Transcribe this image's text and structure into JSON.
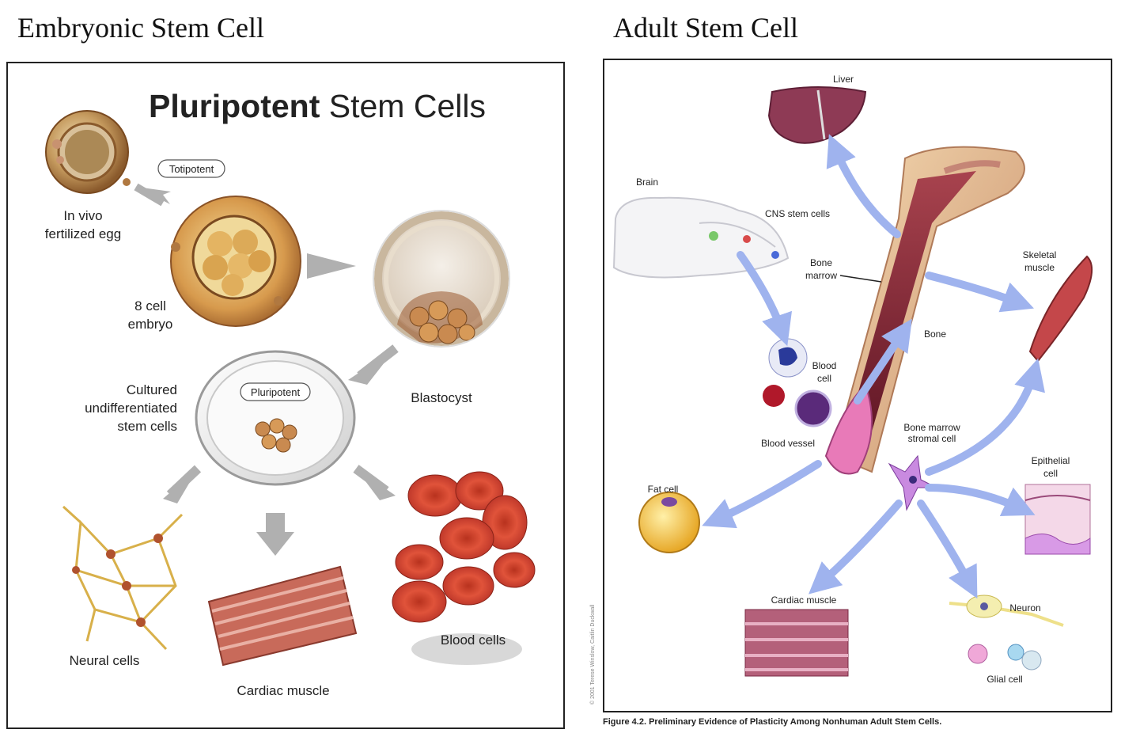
{
  "headings": {
    "left": "Embryonic Stem Cell",
    "right": "Adult Stem Cell"
  },
  "left_panel": {
    "title_bold": "Pluripotent",
    "title_rest": " Stem Cells",
    "labels": {
      "totipotent": "Totipotent",
      "in_vivo_1": "In vivo",
      "in_vivo_2": "fertilized egg",
      "eight_cell_1": "8 cell",
      "eight_cell_2": "embryo",
      "blastocyst": "Blastocyst",
      "cultured_1": "Cultured",
      "cultured_2": "undifferentiated",
      "cultured_3": "stem cells",
      "pluripotent": "Pluripotent",
      "neural": "Neural cells",
      "cardiac": "Cardiac muscle",
      "blood": "Blood cells"
    }
  },
  "right_panel": {
    "labels": {
      "liver": "Liver",
      "brain": "Brain",
      "cns": "CNS stem cells",
      "bone_marrow_1": "Bone",
      "bone_marrow_2": "marrow",
      "skeletal_1": "Skeletal",
      "skeletal_2": "muscle",
      "bone": "Bone",
      "blood_cell_1": "Blood",
      "blood_cell_2": "cell",
      "stromal_1": "Bone marrow",
      "stromal_2": "stromal cell",
      "blood_vessel": "Blood vessel",
      "epithelial_1": "Epithelial",
      "epithelial_2": "cell",
      "fat": "Fat cell",
      "cardiac": "Cardiac muscle",
      "neuron": "Neuron",
      "glial": "Glial cell"
    },
    "caption": "Figure 4.2. Preliminary Evidence of Plasticity Among Nonhuman Adult Stem Cells.",
    "credit": "© 2001 Terese Winslow, Caitlin Duckwall"
  }
}
